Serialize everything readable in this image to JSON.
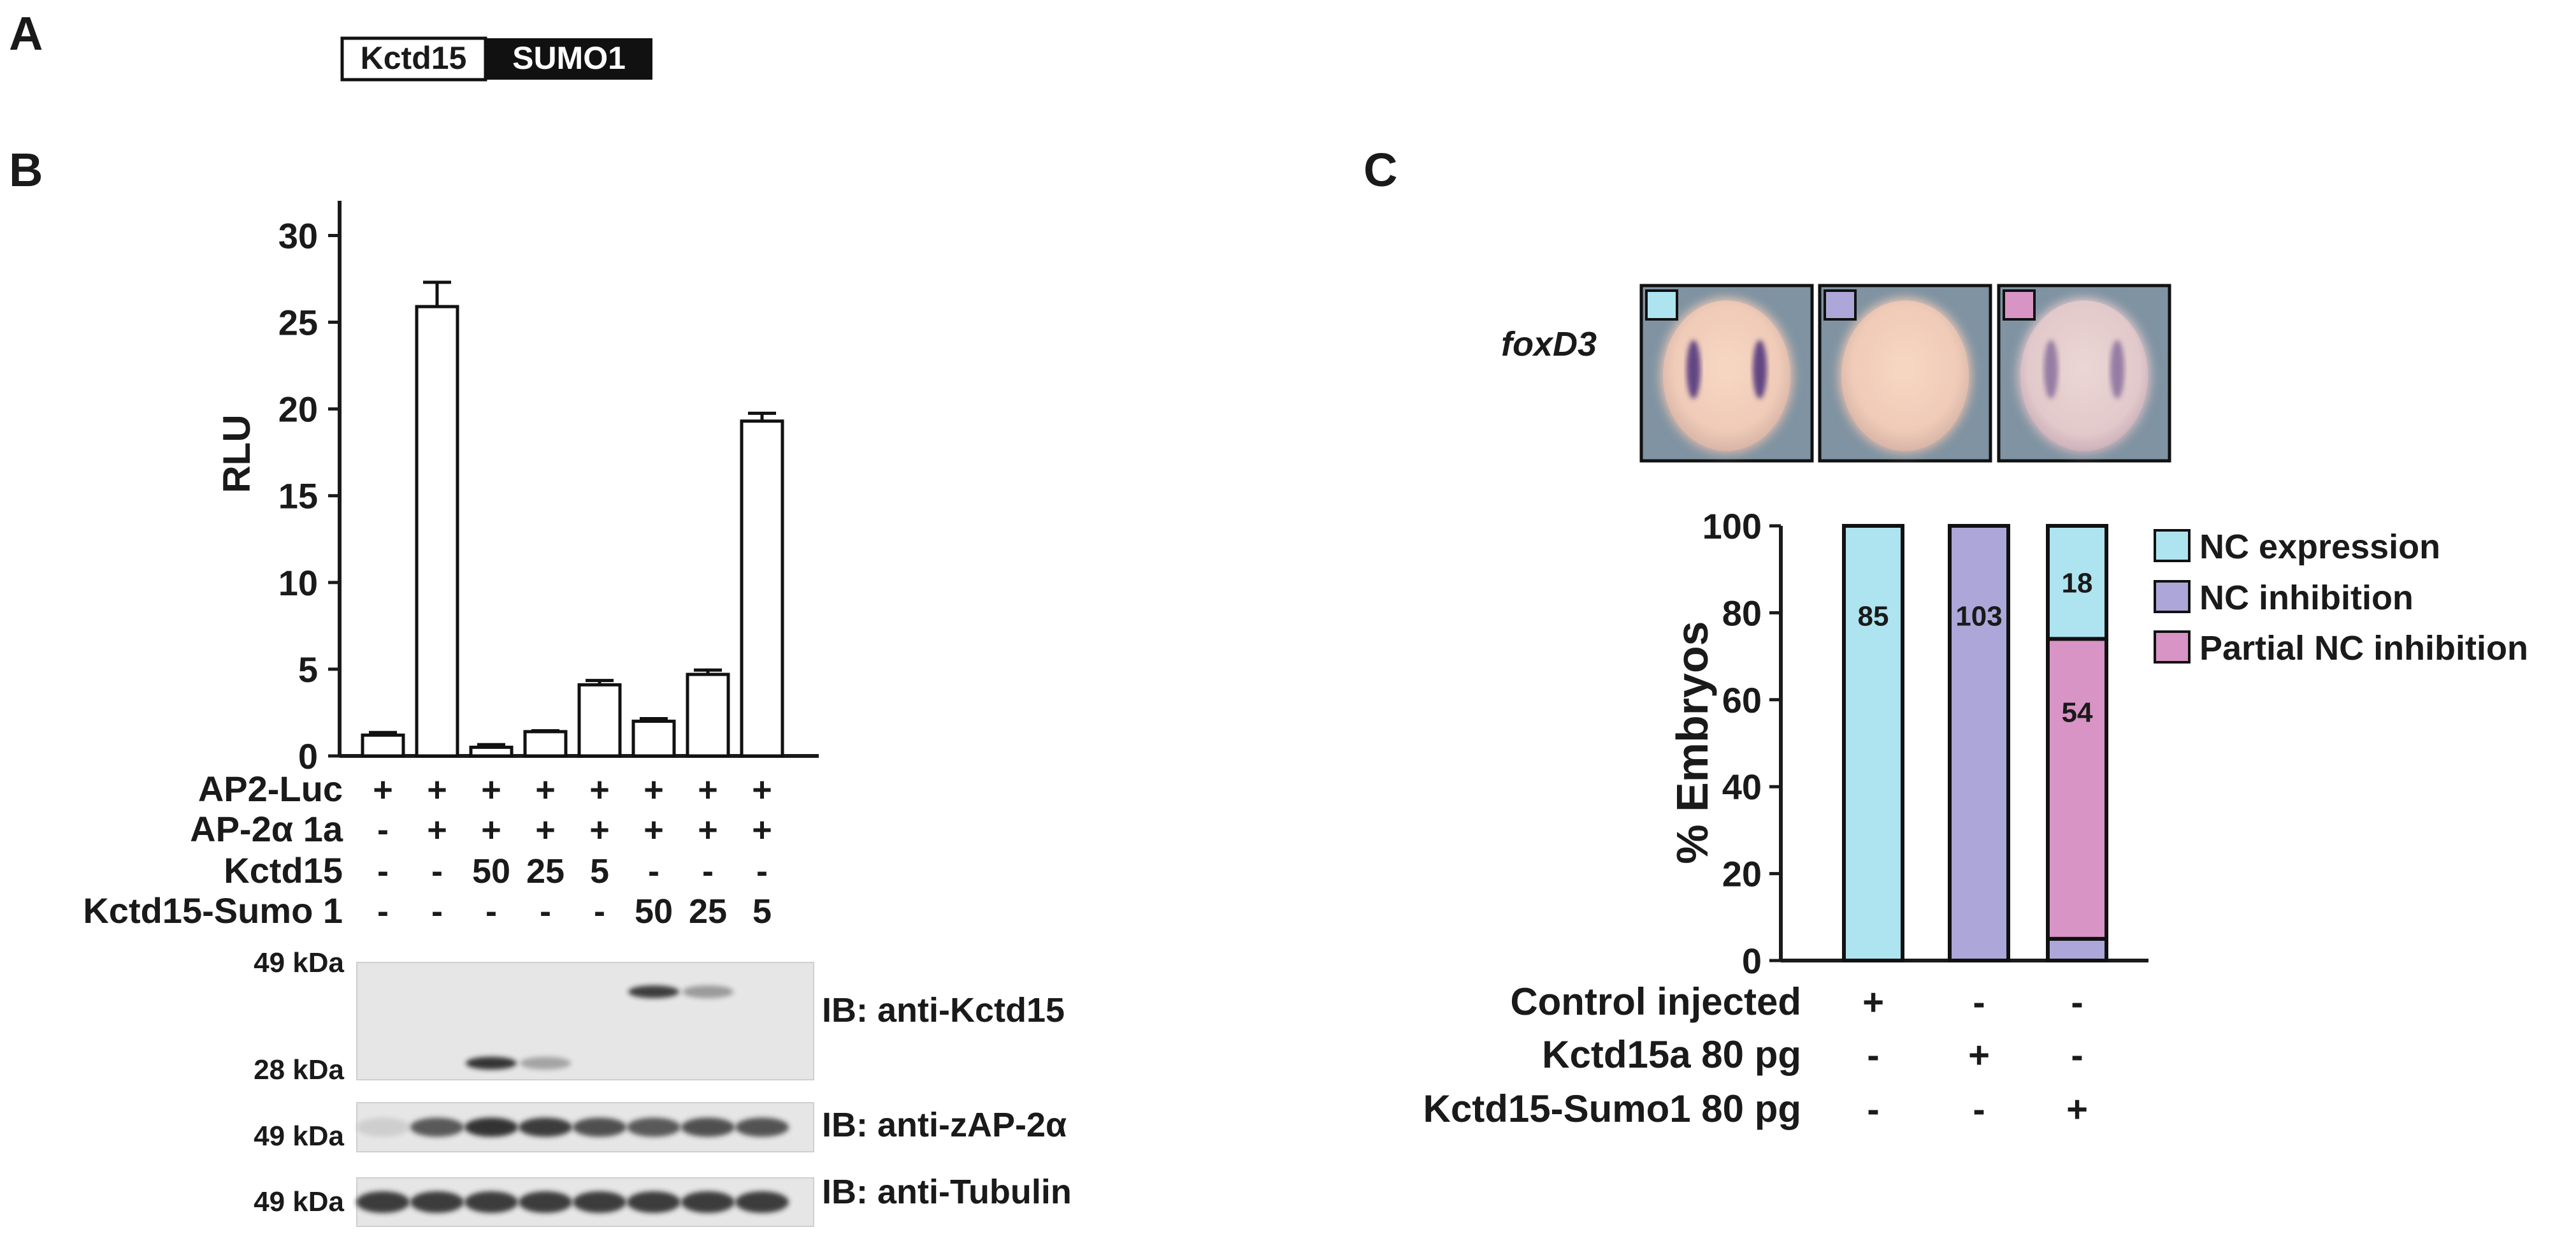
{
  "panels": {
    "a": {
      "letter": "A",
      "construct": [
        "Kctd15",
        "SUMO1"
      ]
    },
    "b": {
      "letter": "B"
    },
    "c": {
      "letter": "C",
      "gene_label": "foxD3"
    }
  },
  "colors": {
    "nc_expression": "#aee3f0",
    "nc_inhibition": "#aca7d8",
    "partial_nc_inhibition": "#d894c4",
    "bar_outline": "#111111",
    "blot_band": "#2a2a2a",
    "blot_bg": "#e6e6e6",
    "embryo_bg": "#7f93a2"
  },
  "chart_data": [
    {
      "type": "bar",
      "panel": "B",
      "ylabel": "RLU",
      "ylim": [
        0,
        32
      ],
      "yticks": [
        0,
        5,
        10,
        15,
        20,
        25,
        30
      ],
      "grid": false,
      "values": [
        1.2,
        25.9,
        0.5,
        1.4,
        4.1,
        2.0,
        4.7,
        19.3
      ],
      "errors": [
        0.15,
        1.4,
        0.15,
        0.05,
        0.25,
        0.15,
        0.25,
        0.45
      ],
      "conditions": [
        {
          "name": "AP2-Luc",
          "values": [
            "+",
            "+",
            "+",
            "+",
            "+",
            "+",
            "+",
            "+"
          ]
        },
        {
          "name": "AP-2α 1a",
          "values": [
            "-",
            "+",
            "+",
            "+",
            "+",
            "+",
            "+",
            "+"
          ]
        },
        {
          "name": "Kctd15",
          "values": [
            "-",
            "-",
            "50",
            "25",
            "5",
            "-",
            "-",
            "-"
          ]
        },
        {
          "name": "Kctd15-Sumo 1",
          "values": [
            "-",
            "-",
            "-",
            "-",
            "-",
            "50",
            "25",
            "5"
          ]
        }
      ]
    },
    {
      "type": "bar",
      "panel": "C",
      "stacked": true,
      "ylabel": "% Embryos",
      "ylim": [
        0,
        100
      ],
      "yticks": [
        0,
        20,
        40,
        60,
        80,
        100
      ],
      "grid": false,
      "legend_position": "right",
      "series": [
        {
          "name": "NC expression",
          "color_key": "nc_expression",
          "values": [
            100,
            0,
            26
          ],
          "counts": [
            "85",
            "",
            "18"
          ]
        },
        {
          "name": "NC inhibition",
          "color_key": "nc_inhibition",
          "values": [
            0,
            100,
            5
          ],
          "counts": [
            "",
            "103",
            ""
          ]
        },
        {
          "name": "Partial NC inhibition",
          "color_key": "partial_nc_inhibition",
          "values": [
            0,
            0,
            69
          ],
          "counts": [
            "",
            "",
            "54"
          ]
        }
      ],
      "stack_order": [
        "NC inhibition",
        "Partial NC inhibition",
        "NC expression"
      ],
      "conditions": [
        {
          "name": "Control injected",
          "values": [
            "+",
            "-",
            "-"
          ]
        },
        {
          "name": "Kctd15a 80 pg",
          "values": [
            "-",
            "+",
            "-"
          ]
        },
        {
          "name": "Kctd15-Sumo1 80 pg",
          "values": [
            "-",
            "-",
            "+"
          ]
        }
      ]
    }
  ],
  "western_blot": {
    "rows": [
      {
        "marker": "49 kDa",
        "marker_low": "28 kDa",
        "label": "IB: anti-Kctd15",
        "bands": [
          {
            "lane": 6,
            "level": "high",
            "intensity": 0.9
          },
          {
            "lane": 7,
            "level": "high",
            "intensity": 0.4
          },
          {
            "lane": 3,
            "level": "low",
            "intensity": 0.95
          },
          {
            "lane": 4,
            "level": "low",
            "intensity": 0.35
          }
        ]
      },
      {
        "marker": "49 kDa",
        "label": "IB: anti-zAP-2α",
        "intensities": [
          0.12,
          0.75,
          0.95,
          0.9,
          0.8,
          0.75,
          0.8,
          0.78
        ]
      },
      {
        "marker": "49 kDa",
        "label": "IB: anti-Tubulin",
        "intensities": [
          0.9,
          0.9,
          0.9,
          0.9,
          0.9,
          0.9,
          0.9,
          0.9
        ]
      }
    ]
  }
}
